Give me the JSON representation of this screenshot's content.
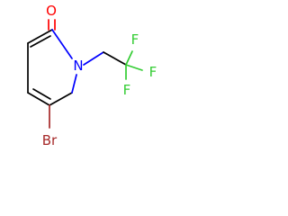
{
  "molecule": {
    "atoms": {
      "oxygen": {
        "label": "O",
        "color": "#ff0000"
      },
      "nitrogen": {
        "label": "N",
        "color": "#0000ff"
      },
      "bromine": {
        "label": "Br",
        "color": "#a62929"
      },
      "fluorine_top": {
        "label": "F",
        "color": "#33cc33"
      },
      "fluorine_right": {
        "label": "F",
        "color": "#33cc33"
      },
      "fluorine_bottom": {
        "label": "F",
        "color": "#33cc33"
      }
    }
  }
}
